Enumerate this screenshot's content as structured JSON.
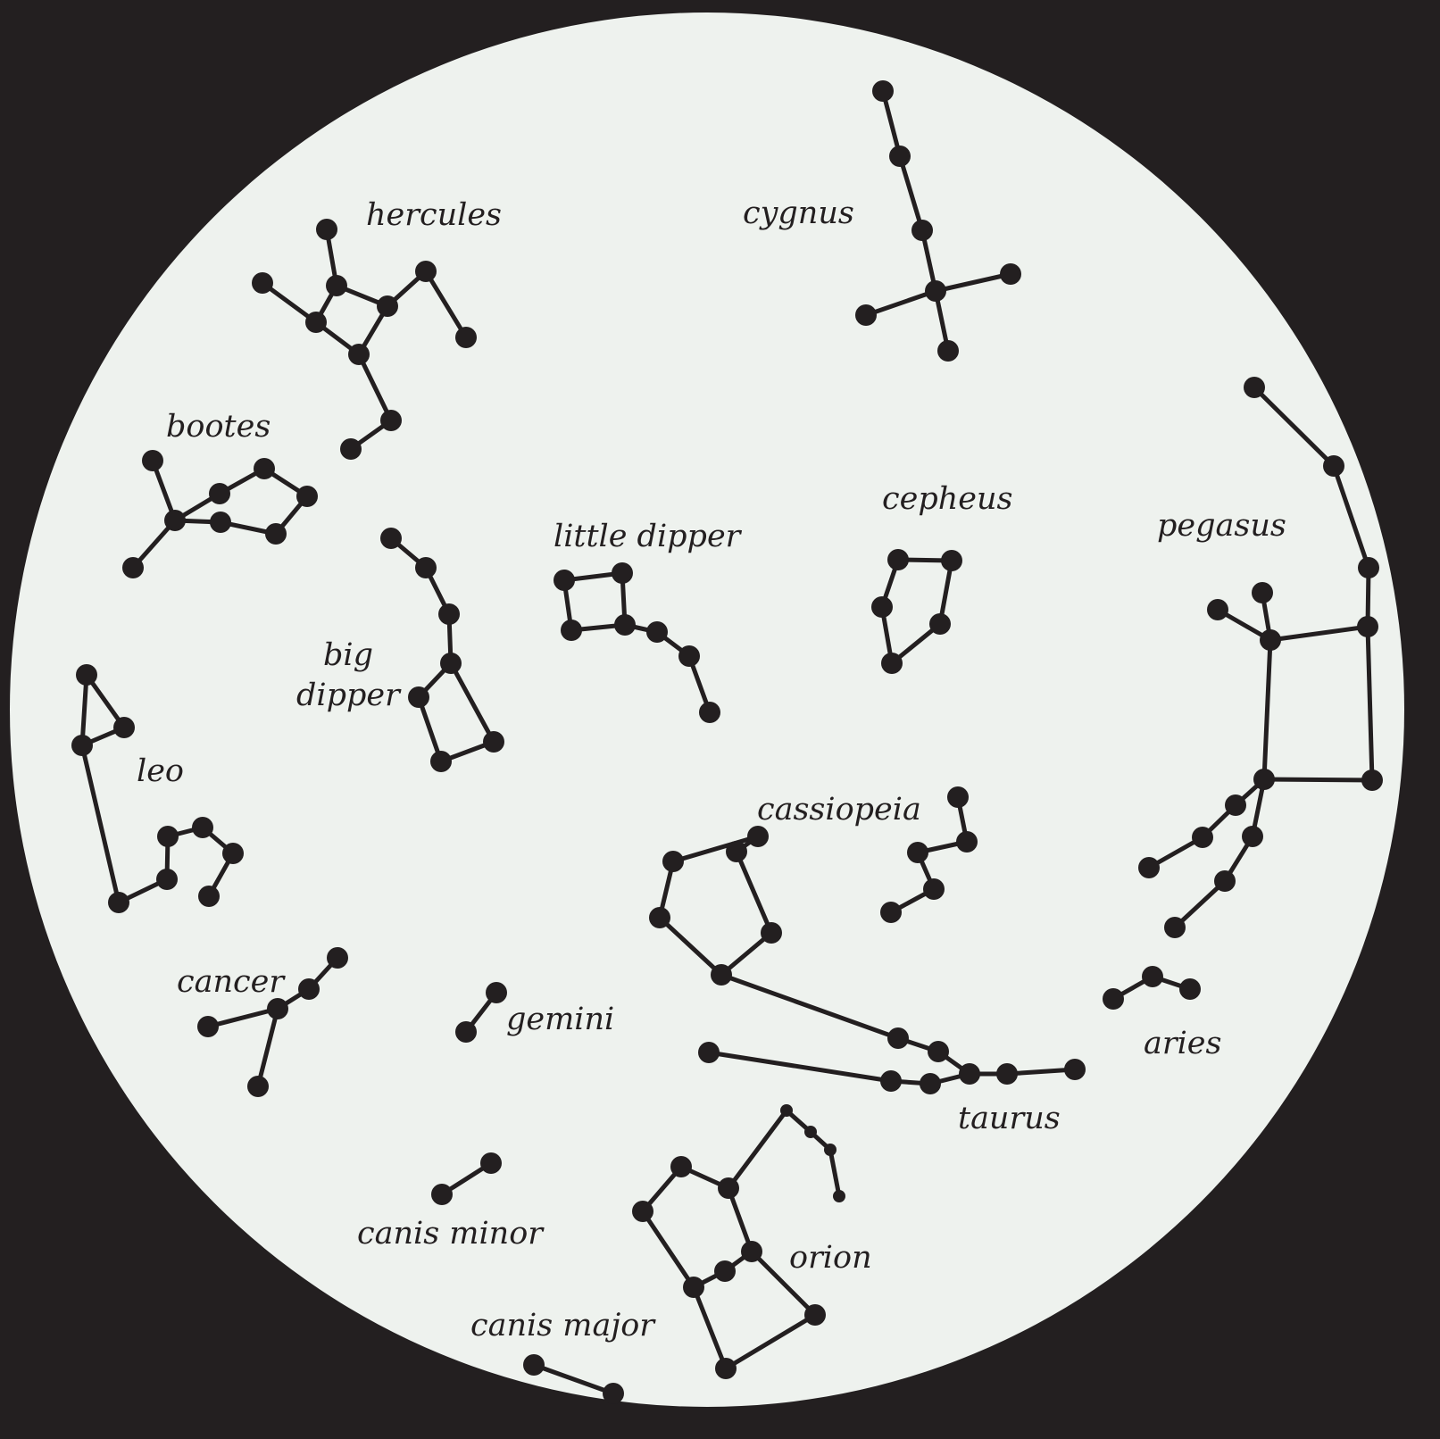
{
  "colors": {
    "background": "#231f20",
    "disc": "#eef2ee",
    "ink": "#231f20"
  },
  "constellations": [
    {
      "name": "hercules"
    },
    {
      "name": "cygnus"
    },
    {
      "name": "bootes"
    },
    {
      "name": "cepheus"
    },
    {
      "name": "little dipper"
    },
    {
      "name": "pegasus"
    },
    {
      "name": "big dipper",
      "lines": [
        "big",
        "dipper"
      ]
    },
    {
      "name": "leo"
    },
    {
      "name": "cassiopeia"
    },
    {
      "name": "cancer"
    },
    {
      "name": "gemini"
    },
    {
      "name": "aries"
    },
    {
      "name": "taurus"
    },
    {
      "name": "canis minor"
    },
    {
      "name": "orion"
    },
    {
      "name": "canis major"
    }
  ]
}
